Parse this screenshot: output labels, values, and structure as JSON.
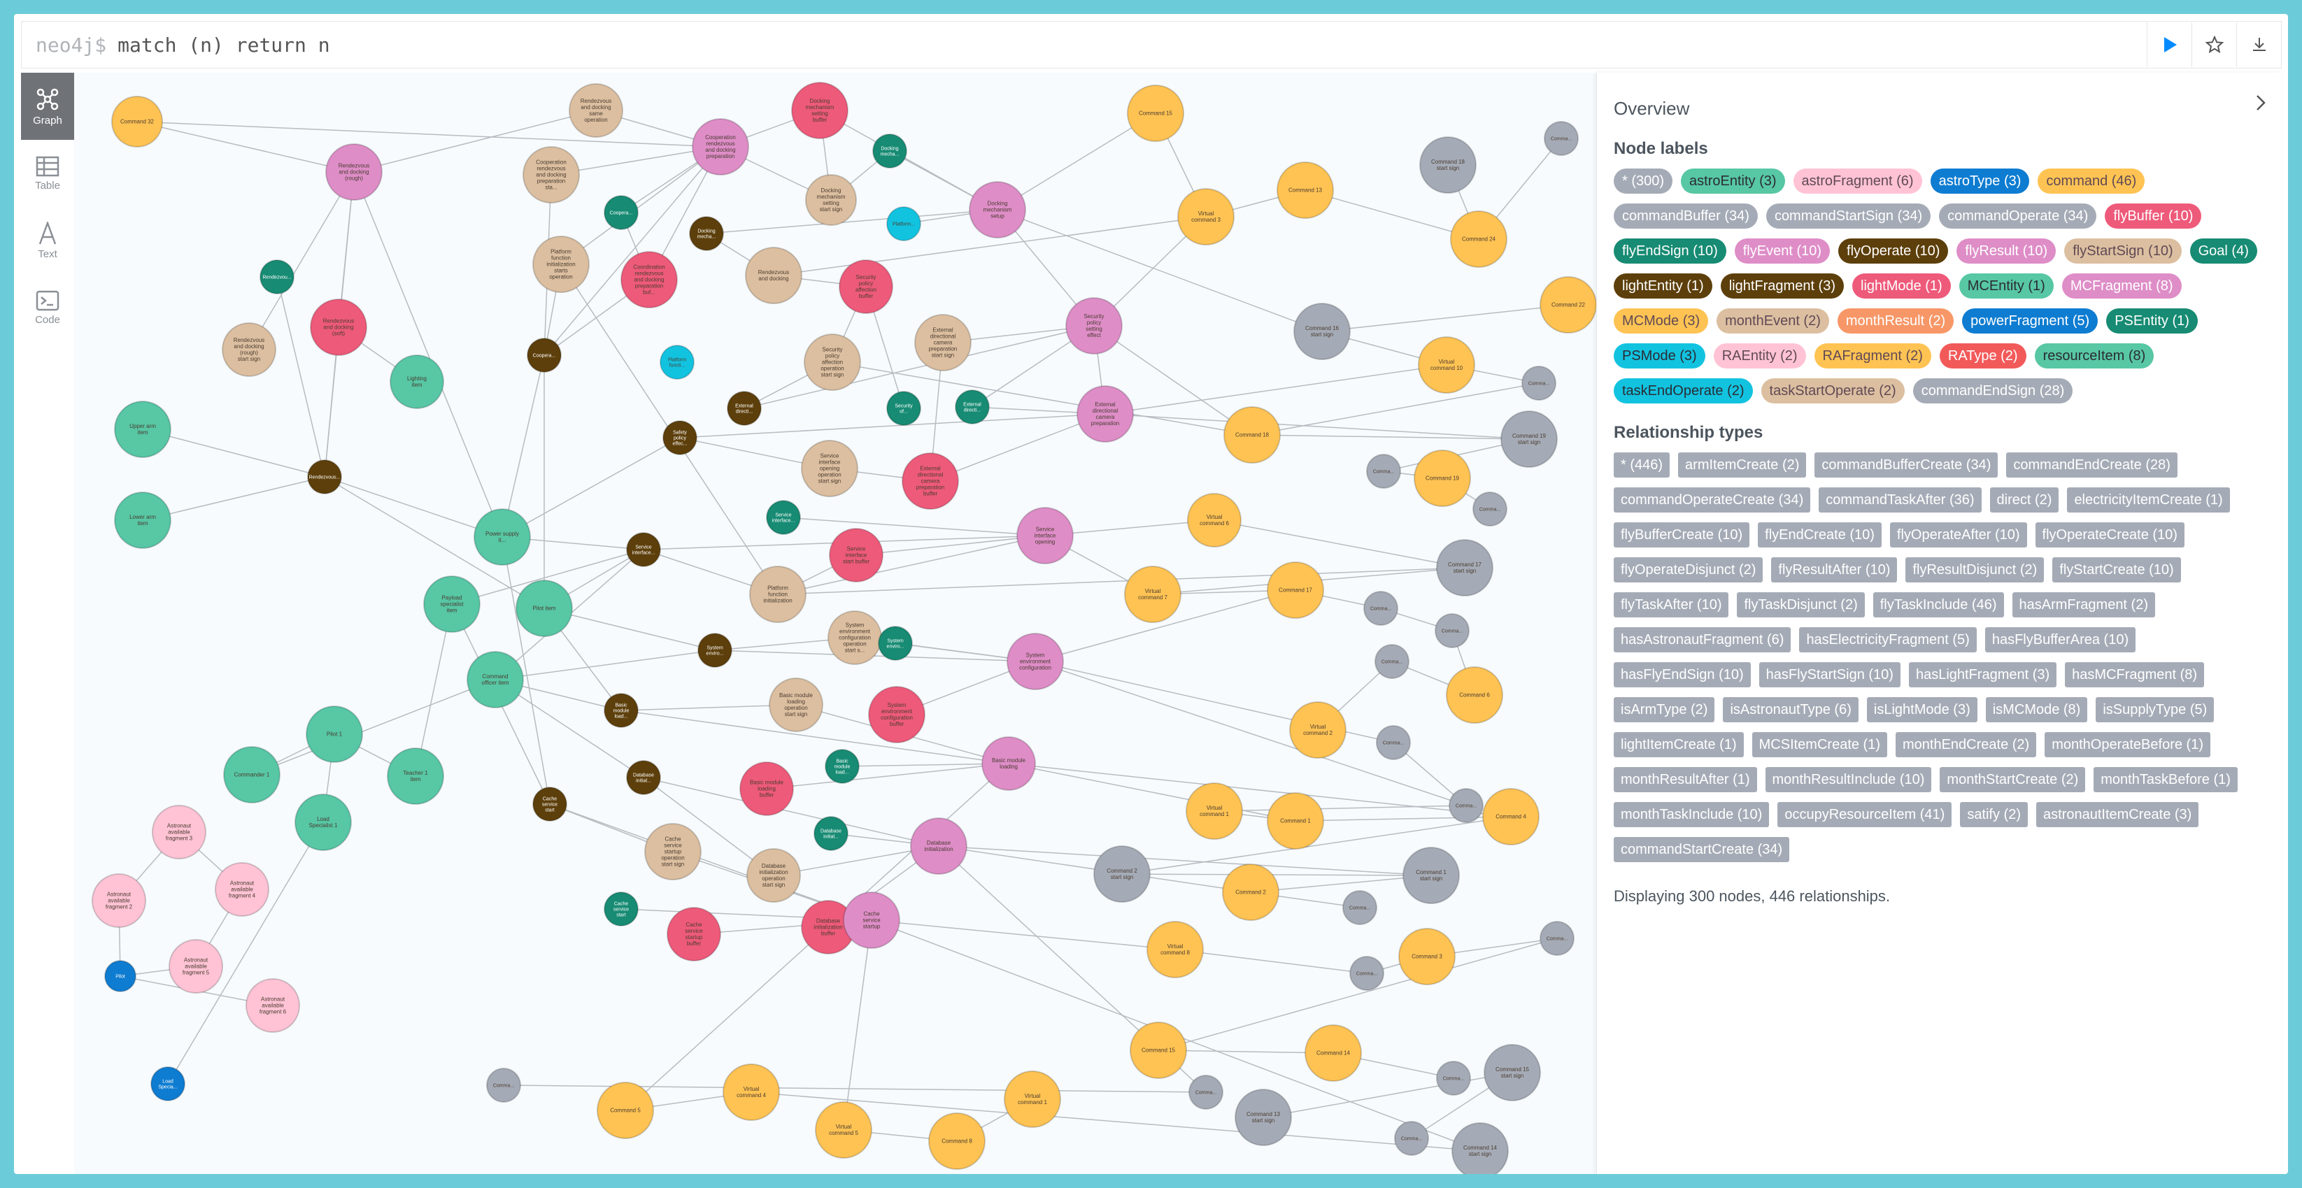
{
  "cmd": {
    "prompt": "neo4j$",
    "query": "match (n) return n"
  },
  "sidebar": [
    {
      "label": "Graph",
      "icon": "graph-icon",
      "active": true
    },
    {
      "label": "Table",
      "icon": "table-icon",
      "active": false
    },
    {
      "label": "Text",
      "icon": "text-icon",
      "active": false
    },
    {
      "label": "Code",
      "icon": "code-icon",
      "active": false
    }
  ],
  "colors": {
    "frame": "#6ccbd8",
    "run": "#018bff",
    "edge": "#b7bcc2",
    "rel_pill": "#a5abb6"
  },
  "overview": {
    "title": "Overview",
    "node_labels_heading": "Node labels",
    "rel_types_heading": "Relationship types",
    "status": "Displaying 300 nodes, 446 relationships.",
    "node_labels": [
      {
        "text": "* (300)",
        "bg": "#a5abb6",
        "fg": "#ffffff"
      },
      {
        "text": "astroEntity (3)",
        "bg": "#57c7a4",
        "fg": "#2a2c34"
      },
      {
        "text": "astroFragment (6)",
        "bg": "#ffc3d5",
        "fg": "#604a55"
      },
      {
        "text": "astroType (3)",
        "bg": "#0e7cd1",
        "fg": "#ffffff"
      },
      {
        "text": "command (46)",
        "bg": "#ffc353",
        "fg": "#604a55"
      },
      {
        "text": "commandBuffer (34)",
        "bg": "#a5abb6",
        "fg": "#ffffff"
      },
      {
        "text": "commandStartSign (34)",
        "bg": "#a5abb6",
        "fg": "#ffffff"
      },
      {
        "text": "commandOperate (34)",
        "bg": "#a5abb6",
        "fg": "#ffffff"
      },
      {
        "text": "flyBuffer (10)",
        "bg": "#ee5a7a",
        "fg": "#ffffff"
      },
      {
        "text": "flyEndSign (10)",
        "bg": "#178b73",
        "fg": "#ffffff"
      },
      {
        "text": "flyEvent (10)",
        "bg": "#de8dc7",
        "fg": "#ffffff"
      },
      {
        "text": "flyOperate (10)",
        "bg": "#5d3f0b",
        "fg": "#ffffff"
      },
      {
        "text": "flyResult (10)",
        "bg": "#de8dc7",
        "fg": "#ffffff"
      },
      {
        "text": "flyStartSign (10)",
        "bg": "#dcbfa0",
        "fg": "#604a55"
      },
      {
        "text": "Goal (4)",
        "bg": "#178b73",
        "fg": "#ffffff"
      },
      {
        "text": "lightEntity (1)",
        "bg": "#5d3f0b",
        "fg": "#ffffff"
      },
      {
        "text": "lightFragment (3)",
        "bg": "#5d3f0b",
        "fg": "#ffffff"
      },
      {
        "text": "lightMode (1)",
        "bg": "#ee5a7a",
        "fg": "#ffffff"
      },
      {
        "text": "MCEntity (1)",
        "bg": "#57c7a4",
        "fg": "#2a2c34"
      },
      {
        "text": "MCFragment (8)",
        "bg": "#de8dc7",
        "fg": "#ffffff"
      },
      {
        "text": "MCMode (3)",
        "bg": "#ffc353",
        "fg": "#604a55"
      },
      {
        "text": "monthEvent (2)",
        "bg": "#dcbfa0",
        "fg": "#604a55"
      },
      {
        "text": "monthResult (2)",
        "bg": "#f79767",
        "fg": "#ffffff"
      },
      {
        "text": "powerFragment (5)",
        "bg": "#0e7cd1",
        "fg": "#ffffff"
      },
      {
        "text": "PSEntity (1)",
        "bg": "#178b73",
        "fg": "#ffffff"
      },
      {
        "text": "PSMode (3)",
        "bg": "#12c3e0",
        "fg": "#2a2c34"
      },
      {
        "text": "RAEntity (2)",
        "bg": "#ffc3d5",
        "fg": "#604a55"
      },
      {
        "text": "RAFragment (2)",
        "bg": "#ffc353",
        "fg": "#604a55"
      },
      {
        "text": "RAType (2)",
        "bg": "#f25a5a",
        "fg": "#ffffff"
      },
      {
        "text": "resourceItem (8)",
        "bg": "#57c7a4",
        "fg": "#2a2c34"
      },
      {
        "text": "taskEndOperate (2)",
        "bg": "#12c3e0",
        "fg": "#2a2c34"
      },
      {
        "text": "taskStartOperate (2)",
        "bg": "#dcbfa0",
        "fg": "#604a55"
      },
      {
        "text": "commandEndSign (28)",
        "bg": "#a5abb6",
        "fg": "#ffffff"
      }
    ],
    "rel_types": [
      "* (446)",
      "armItemCreate (2)",
      "commandBufferCreate (34)",
      "commandEndCreate (28)",
      "commandOperateCreate (34)",
      "commandTaskAfter (36)",
      "direct (2)",
      "electricityItemCreate (1)",
      "flyBufferCreate (10)",
      "flyEndCreate (10)",
      "flyOperateAfter (10)",
      "flyOperateCreate (10)",
      "flyOperateDisjunct (2)",
      "flyResultAfter (10)",
      "flyResultDisjunct (2)",
      "flyStartCreate (10)",
      "flyTaskAfter (10)",
      "flyTaskDisjunct (2)",
      "flyTaskInclude (46)",
      "hasArmFragment (2)",
      "hasAstronautFragment (6)",
      "hasElectricityFragment (5)",
      "hasFlyBufferArea (10)",
      "hasFlyEndSign (10)",
      "hasFlyStartSign (10)",
      "hasLightFragment (3)",
      "hasMCFragment (8)",
      "isArmType (2)",
      "isAstronautType (6)",
      "isLightMode (3)",
      "isMCMode (8)",
      "isSupplyType (5)",
      "lightItemCreate (1)",
      "MCSItemCreate (1)",
      "monthEndCreate (2)",
      "monthOperateBefore (1)",
      "monthResultAfter (1)",
      "monthResultInclude (10)",
      "monthStartCreate (2)",
      "monthTaskBefore (1)",
      "monthTaskInclude (10)",
      "occupyResourceItem (41)",
      "satify (2)",
      "astronautItemCreate (3)",
      "commandStartCreate (34)"
    ]
  },
  "graph": {
    "nodes": [
      {
        "label": "Command 32",
        "color": "#ffc353"
      },
      {
        "label": "Rendezvous and docking (rough)",
        "color": "#de8dc7"
      },
      {
        "label": "Rendezvous and docking (rough) start sign",
        "color": "#dcbfa0"
      },
      {
        "label": "Rendezvous and docking (soft)",
        "color": "#ee5a7a"
      },
      {
        "label": "Lighting item",
        "color": "#57c7a4"
      },
      {
        "label": "Upper arm item",
        "color": "#57c7a4"
      },
      {
        "label": "Lower arm item",
        "color": "#57c7a4"
      },
      {
        "label": "Rendezvous...",
        "color": "#5d3f0b"
      },
      {
        "label": "Rendezvou...",
        "color": "#178b73"
      },
      {
        "label": "Cooperation rendezvous and docking preparation",
        "color": "#de8dc7"
      },
      {
        "label": "Cooperation rendezvous and docking preparation sta...",
        "color": "#dcbfa0"
      },
      {
        "label": "Rendezvous and docking same operation",
        "color": "#dcbfa0"
      },
      {
        "label": "Platform function initialization starts operation",
        "color": "#dcbfa0"
      },
      {
        "label": "Coordination rendezvous and docking preparation buf...",
        "color": "#ee5a7a"
      },
      {
        "label": "Coopera...",
        "color": "#178b73"
      },
      {
        "label": "Coopera...",
        "color": "#5d3f0b"
      },
      {
        "label": "Docking mechanism setting buffer",
        "color": "#ee5a7a"
      },
      {
        "label": "Docking mechanism setting start sign",
        "color": "#dcbfa0"
      },
      {
        "label": "Docking mecha...",
        "color": "#178b73"
      },
      {
        "label": "Docking mecha...",
        "color": "#5d3f0b"
      },
      {
        "label": "Docking mechanism setup",
        "color": "#de8dc7"
      },
      {
        "label": "Platform...",
        "color": "#12c3e0"
      },
      {
        "label": "Rendezvous and docking",
        "color": "#dcbfa0"
      },
      {
        "label": "Security policy affection buffer",
        "color": "#ee5a7a"
      },
      {
        "label": "External directional camera preparation start sign",
        "color": "#dcbfa0"
      },
      {
        "label": "Security policy setting effect",
        "color": "#de8dc7"
      },
      {
        "label": "Security policy affection operation start sign",
        "color": "#dcbfa0"
      },
      {
        "label": "Security of...",
        "color": "#178b73"
      },
      {
        "label": "External directi...",
        "color": "#178b73"
      },
      {
        "label": "External directi...",
        "color": "#5d3f0b"
      },
      {
        "label": "Safety policy effec...",
        "color": "#5d3f0b"
      },
      {
        "label": "Platform functi...",
        "color": "#12c3e0"
      },
      {
        "label": "External directional camera preparation",
        "color": "#de8dc7"
      },
      {
        "label": "External directional camera preparation buffer",
        "color": "#ee5a7a"
      },
      {
        "label": "Service interface opening operation start sign",
        "color": "#dcbfa0"
      },
      {
        "label": "Service interface opening",
        "color": "#de8dc7"
      },
      {
        "label": "Service interface start buffer",
        "color": "#ee5a7a"
      },
      {
        "label": "Service interface...",
        "color": "#178b73"
      },
      {
        "label": "Platform function initialization",
        "color": "#dcbfa0"
      },
      {
        "label": "Service interface...",
        "color": "#5d3f0b"
      },
      {
        "label": "Power supply it...",
        "color": "#57c7a4"
      },
      {
        "label": "Payload specialist item",
        "color": "#57c7a4"
      },
      {
        "label": "Pilot item",
        "color": "#57c7a4"
      },
      {
        "label": "Command officer item",
        "color": "#57c7a4"
      },
      {
        "label": "System environment configuration operation start s...",
        "color": "#dcbfa0"
      },
      {
        "label": "System enviro...",
        "color": "#178b73"
      },
      {
        "label": "System enviro...",
        "color": "#5d3f0b"
      },
      {
        "label": "System environment configuration",
        "color": "#de8dc7"
      },
      {
        "label": "System environment configuration buffer",
        "color": "#ee5a7a"
      },
      {
        "label": "Basic module loading operation start sign",
        "color": "#dcbfa0"
      },
      {
        "label": "Basic module load...",
        "color": "#5d3f0b"
      },
      {
        "label": "Basic module loading",
        "color": "#de8dc7"
      },
      {
        "label": "Basic module loading buffer",
        "color": "#ee5a7a"
      },
      {
        "label": "Basic module load...",
        "color": "#178b73"
      },
      {
        "label": "Database initial...",
        "color": "#5d3f0b"
      },
      {
        "label": "Database initial...",
        "color": "#178b73"
      },
      {
        "label": "Database initialization",
        "color": "#de8dc7"
      },
      {
        "label": "Database initialization operation start sign",
        "color": "#dcbfa0"
      },
      {
        "label": "Database initialization buffer",
        "color": "#ee5a7a"
      },
      {
        "label": "Cache service start",
        "color": "#5d3f0b"
      },
      {
        "label": "Cache service startup operation start sign",
        "color": "#dcbfa0"
      },
      {
        "label": "Cache service start",
        "color": "#178b73"
      },
      {
        "label": "Cache service startup buffer",
        "color": "#ee5a7a"
      },
      {
        "label": "Cache service startup",
        "color": "#de8dc7"
      },
      {
        "label": "Pilot 1",
        "color": "#57c7a4"
      },
      {
        "label": "Commander 1",
        "color": "#57c7a4"
      },
      {
        "label": "Load Specialist 1",
        "color": "#57c7a4"
      },
      {
        "label": "Teacher 1 item",
        "color": "#57c7a4"
      },
      {
        "label": "Astronaut available fragment 3",
        "color": "#ffc3d5"
      },
      {
        "label": "Astronaut available fragment 2",
        "color": "#ffc3d5"
      },
      {
        "label": "Astronaut available fragment 4",
        "color": "#ffc3d5"
      },
      {
        "label": "Astronaut available fragment 5",
        "color": "#ffc3d5"
      },
      {
        "label": "Astronaut available fragment 6",
        "color": "#ffc3d5"
      },
      {
        "label": "Pilot",
        "color": "#0e7cd1"
      },
      {
        "label": "Load Specia...",
        "color": "#0e7cd1"
      },
      {
        "label": "Command 15",
        "color": "#ffc353"
      },
      {
        "label": "Virtual command 3",
        "color": "#ffc353"
      },
      {
        "label": "Command 13",
        "color": "#ffc353"
      },
      {
        "label": "Command 24",
        "color": "#ffc353"
      },
      {
        "label": "Command 18 start sign",
        "color": "#a5abb6"
      },
      {
        "label": "Comma...",
        "color": "#a5abb6"
      },
      {
        "label": "Command 22",
        "color": "#ffc353"
      },
      {
        "label": "Command 16 start sign",
        "color": "#a5abb6"
      },
      {
        "label": "Virtual command 10",
        "color": "#ffc353"
      },
      {
        "label": "Comma...",
        "color": "#a5abb6"
      },
      {
        "label": "Command 18",
        "color": "#ffc353"
      },
      {
        "label": "Command 19 start sign",
        "color": "#a5abb6"
      },
      {
        "label": "Comma...",
        "color": "#a5abb6"
      },
      {
        "label": "Command 19",
        "color": "#ffc353"
      },
      {
        "label": "Comma...",
        "color": "#a5abb6"
      },
      {
        "label": "Virtual command 6",
        "color": "#ffc353"
      },
      {
        "label": "Command 17 start sign",
        "color": "#a5abb6"
      },
      {
        "label": "Virtual command 7",
        "color": "#ffc353"
      },
      {
        "label": "Command 17",
        "color": "#ffc353"
      },
      {
        "label": "Comma...",
        "color": "#a5abb6"
      },
      {
        "label": "Comma...",
        "color": "#a5abb6"
      },
      {
        "label": "Command 6",
        "color": "#ffc353"
      },
      {
        "label": "Comma...",
        "color": "#a5abb6"
      },
      {
        "label": "Virtual command 2",
        "color": "#ffc353"
      },
      {
        "label": "Comma...",
        "color": "#a5abb6"
      },
      {
        "label": "Comma...",
        "color": "#a5abb6"
      },
      {
        "label": "Virtual command 1",
        "color": "#ffc353"
      },
      {
        "label": "Command 1",
        "color": "#ffc353"
      },
      {
        "label": "Command 4",
        "color": "#ffc353"
      },
      {
        "label": "Command 2 start sign",
        "color": "#a5abb6"
      },
      {
        "label": "Command 1 start sign",
        "color": "#a5abb6"
      },
      {
        "label": "Command 2",
        "color": "#ffc353"
      },
      {
        "label": "Comma...",
        "color": "#a5abb6"
      },
      {
        "label": "Virtual command 8",
        "color": "#ffc353"
      },
      {
        "label": "Comma...",
        "color": "#a5abb6"
      },
      {
        "label": "Command 3",
        "color": "#ffc353"
      },
      {
        "label": "Comma...",
        "color": "#a5abb6"
      },
      {
        "label": "Command 15",
        "color": "#ffc353"
      },
      {
        "label": "Command 14",
        "color": "#ffc353"
      },
      {
        "label": "Comma...",
        "color": "#a5abb6"
      },
      {
        "label": "Command 13 start sign",
        "color": "#a5abb6"
      },
      {
        "label": "Command 15 start sign",
        "color": "#a5abb6"
      },
      {
        "label": "Comma...",
        "color": "#a5abb6"
      },
      {
        "label": "Command 14 start sign",
        "color": "#a5abb6"
      },
      {
        "label": "Virtual command 4",
        "color": "#ffc353"
      },
      {
        "label": "Command 5",
        "color": "#ffc353"
      },
      {
        "label": "Virtual command 5",
        "color": "#ffc353"
      },
      {
        "label": "Command 8",
        "color": "#ffc353"
      },
      {
        "label": "Virtual command 1",
        "color": "#ffc353"
      },
      {
        "label": "Comma...",
        "color": "#a5abb6"
      },
      {
        "label": "Comma...",
        "color": "#a5abb6"
      }
    ]
  }
}
